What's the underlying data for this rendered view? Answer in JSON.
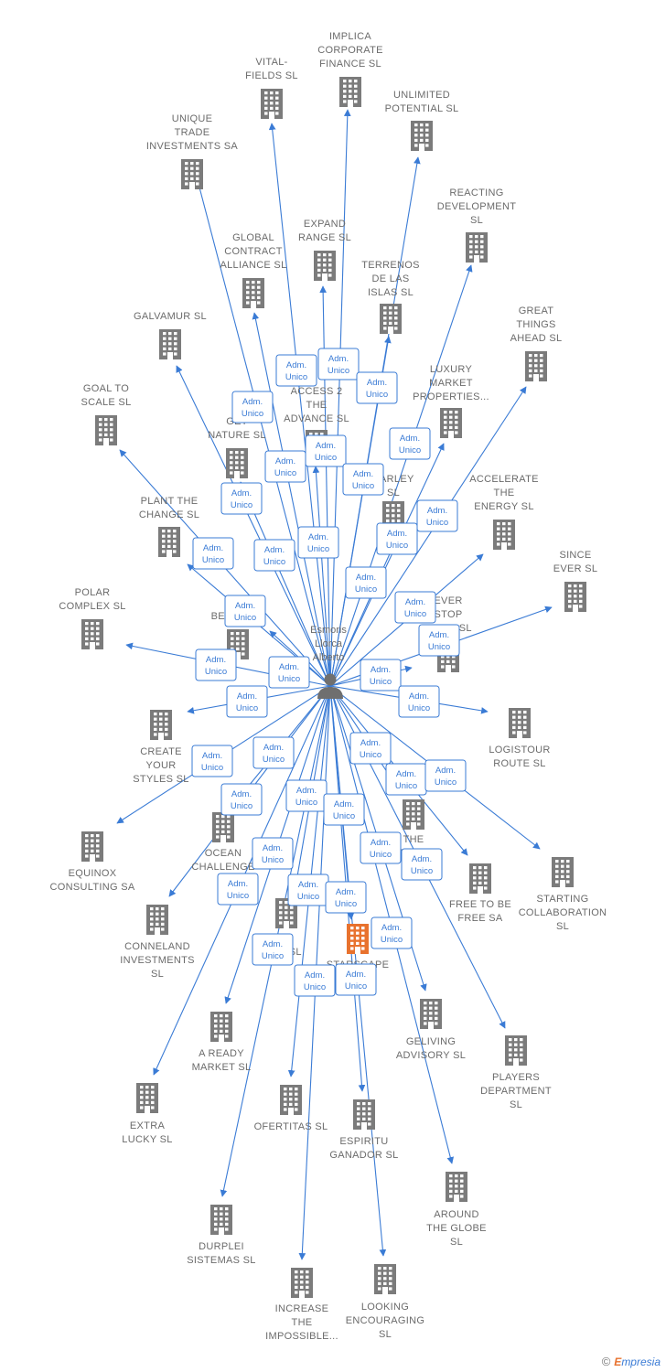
{
  "person": {
    "lines": [
      "Esmoris",
      "Llorca",
      "Alberto"
    ]
  },
  "role_label": [
    "Adm.",
    "Unico"
  ],
  "footer": {
    "copyright": "©",
    "brand_first": "E",
    "brand_rest": "mpresia"
  },
  "companies": [
    {
      "lines": [
        "IMPLICA",
        "CORPORATE",
        "FINANCE  SL"
      ]
    },
    {
      "lines": [
        "VITAL-",
        "FIELDS  SL"
      ]
    },
    {
      "lines": [
        "UNLIMITED",
        "POTENTIAL  SL"
      ]
    },
    {
      "lines": [
        "UNIQUE",
        "TRADE",
        "INVESTMENTS SA"
      ]
    },
    {
      "lines": [
        "REACTING",
        "DEVELOPMENT",
        "SL"
      ]
    },
    {
      "lines": [
        "EXPAND",
        "RANGE  SL"
      ]
    },
    {
      "lines": [
        "GLOBAL",
        "CONTRACT",
        "ALLIANCE  SL"
      ]
    },
    {
      "lines": [
        "TERRENOS",
        "DE LAS",
        "ISLAS  SL"
      ]
    },
    {
      "lines": [
        "GREAT",
        "THINGS",
        "AHEAD  SL"
      ]
    },
    {
      "lines": [
        "GALVAMUR  SL"
      ]
    },
    {
      "lines": [
        "LUXURY",
        "MARKET",
        "PROPERTIES..."
      ]
    },
    {
      "lines": [
        "ACCESS 2",
        "THE",
        "ADVANCE  SL"
      ]
    },
    {
      "lines": [
        "GOAL TO",
        "SCALE  SL"
      ]
    },
    {
      "lines": [
        "GET",
        "NATURE  SL"
      ]
    },
    {
      "lines": [
        "BARLEY",
        "SL"
      ]
    },
    {
      "lines": [
        "ACCELERATE",
        "THE",
        "ENERGY  SL"
      ]
    },
    {
      "lines": [
        "PLANT THE",
        "CHANGE  SL"
      ]
    },
    {
      "lines": [
        "SINCE",
        "EVER  SL"
      ]
    },
    {
      "lines": [
        "POLAR",
        "COMPLEX  SL"
      ]
    },
    {
      "lines": [
        "F",
        "BELOW  SL"
      ]
    },
    {
      "lines": [
        "EVER",
        "STOP",
        "CRE...  SL"
      ]
    },
    {
      "lines": [
        "LOGISTOUR",
        "ROUTE  SL"
      ]
    },
    {
      "lines": [
        "CREATE",
        "YOUR",
        "STYLES  SL"
      ]
    },
    {
      "lines": [
        "EQUINOX",
        "CONSULTING SA"
      ]
    },
    {
      "lines": [
        "OCEAN",
        "CHALLENGE"
      ]
    },
    {
      "lines": [
        "THE",
        "IMPR...  SL"
      ]
    },
    {
      "lines": [
        "STARTING",
        "COLLABORATION",
        "SL"
      ]
    },
    {
      "lines": [
        "FREE TO BE",
        "FREE SA"
      ]
    },
    {
      "lines": [
        "CONNELAND",
        "INVESTMENTS",
        "SL"
      ]
    },
    {
      "lines": [
        "T",
        "Y...  SL"
      ]
    },
    {
      "lines": [
        "STARSCAPE"
      ]
    },
    {
      "lines": [
        "GELIVING",
        "ADVISORY  SL"
      ]
    },
    {
      "lines": [
        "PLAYERS",
        "DEPARTMENT",
        "SL"
      ]
    },
    {
      "lines": [
        "A READY",
        "MARKET  SL"
      ]
    },
    {
      "lines": [
        "EXTRA",
        "LUCKY  SL"
      ]
    },
    {
      "lines": [
        "OFERTITAS  SL"
      ]
    },
    {
      "lines": [
        "ESPIRITU",
        "GANADOR SL"
      ]
    },
    {
      "lines": [
        "AROUND",
        "THE GLOBE",
        "SL"
      ]
    },
    {
      "lines": [
        "DURPLEI",
        "SISTEMAS  SL"
      ]
    },
    {
      "lines": [
        "INCREASE",
        "THE",
        "IMPOSSIBLE..."
      ]
    },
    {
      "lines": [
        "LOOKING",
        "ENCOURAGING",
        "SL"
      ]
    }
  ],
  "colors": {
    "edge": "#3a7bd5",
    "building": "#7b7b7b",
    "building_highlight": "#e8722e",
    "person": "#6f6f6f"
  }
}
